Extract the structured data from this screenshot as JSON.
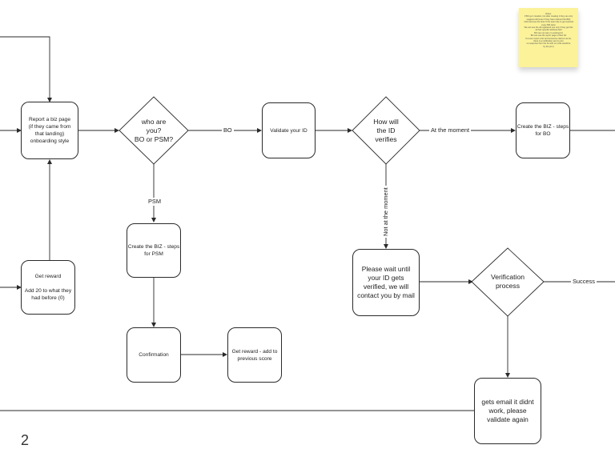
{
  "nodes": {
    "report_biz_page": "Report a biz page\n(if they came from\nthat landing)\nonboarding style",
    "get_reward_1": "Get reward\n\nAdd 20 to what they\nhad before (0)",
    "who_are_you": "who are\nyou?\nBO or PSM?",
    "create_biz_psm": "Create the BIZ - steps\nfor PSM",
    "confirmation": "Confirmation",
    "get_reward_2": "Get reward - add to\nprevious score",
    "validate_id": "Validate your ID",
    "how_verifies": "How will\nthe ID\nverifies",
    "create_biz_bo": "Create the BIZ - steps\nfor BO",
    "please_wait": "Please wait until\nyour ID gets\nverified, we will\ncontact you by mail",
    "verification_process": "Verification\nprocess",
    "email_didnt_work": "gets email it didnt\nwork, please\nvalidate again"
  },
  "edge_labels": {
    "bo": "BO",
    "psm": "PSM",
    "at_the_moment": "At the moment",
    "not_at_the_moment": "Not at the moment",
    "success": "Success"
  },
  "sticky_note": [
    "Rules:",
    "If BO go 1 location, but after creating it they can only",
    "suggest edit (even if they have claimed the BIZ)",
    "I did need see the lines If the team has to get reported",
    "every BIZ twice",
    "We can see the all registered one only if they get this",
    "at their specific attribute field",
    "BO can not carry in existing biz",
    "BO can see the report page of their biz",
    "If a user report a biz and someone claims it as bo,",
    "there is a notification sent to prm",
    "no response from the bo with xxx (this would be",
    "by the prm)"
  ],
  "page_number": "2",
  "colors": {
    "stroke": "#2a2a2a",
    "sticky": "#fbf29a",
    "background": "#ffffff"
  }
}
